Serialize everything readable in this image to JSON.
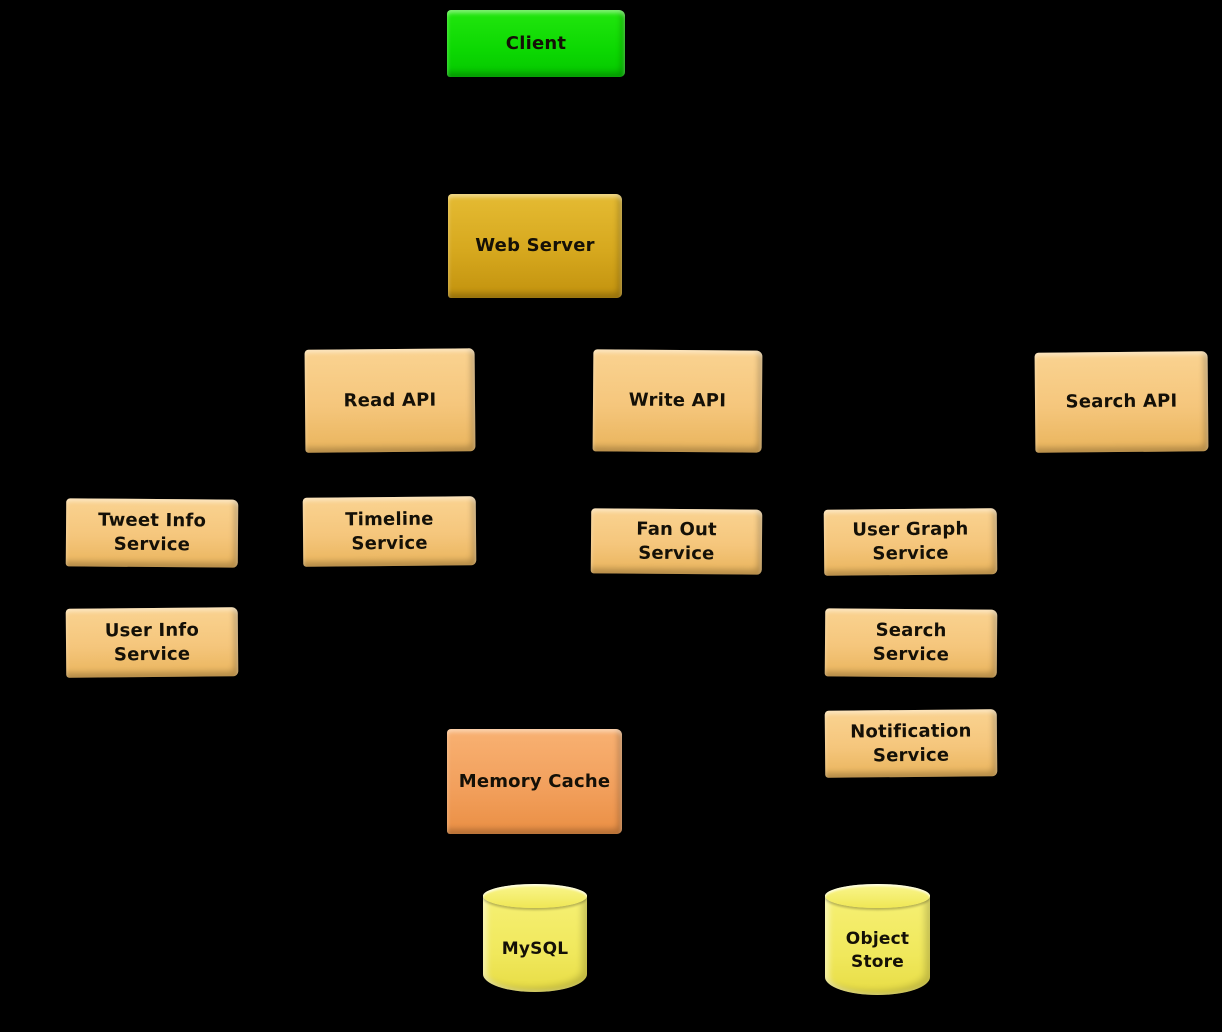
{
  "diagram": {
    "background_color": "#000000",
    "colors": {
      "client": "#0cd802",
      "web_server": "#d6a81e",
      "api_service": "#f5c67c",
      "memory_cache": "#f2a05d",
      "database": "#f0e85c",
      "label_text": "#141007"
    },
    "nodes": {
      "client": {
        "label": "Client",
        "shape": "box"
      },
      "web_server": {
        "label": "Web Server",
        "shape": "box"
      },
      "read_api": {
        "label": "Read API",
        "shape": "box"
      },
      "write_api": {
        "label": "Write API",
        "shape": "box"
      },
      "search_api": {
        "label": "Search API",
        "shape": "box"
      },
      "tweet_info_service": {
        "label": "Tweet Info\nService",
        "shape": "box"
      },
      "timeline_service": {
        "label": "Timeline\nService",
        "shape": "box"
      },
      "fan_out_service": {
        "label": "Fan Out\nService",
        "shape": "box"
      },
      "user_graph_service": {
        "label": "User Graph\nService",
        "shape": "box"
      },
      "user_info_service": {
        "label": "User Info\nService",
        "shape": "box"
      },
      "search_service": {
        "label": "Search\nService",
        "shape": "box"
      },
      "notification_service": {
        "label": "Notification\nService",
        "shape": "box"
      },
      "memory_cache": {
        "label": "Memory Cache",
        "shape": "box"
      },
      "mysql": {
        "label": "MySQL",
        "shape": "cylinder"
      },
      "object_store": {
        "label": "Object\nStore",
        "shape": "cylinder"
      }
    }
  }
}
